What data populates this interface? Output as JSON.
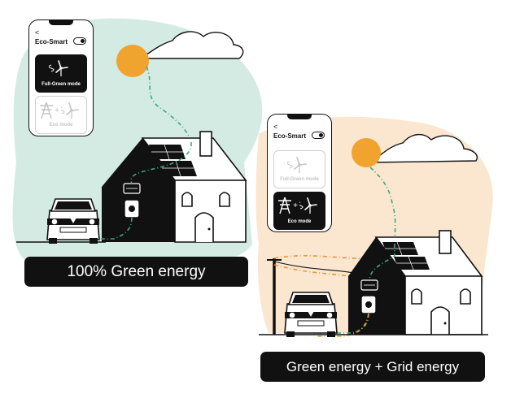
{
  "colors": {
    "mint_blob": "#d4ebe4",
    "peach_blob": "#fbe6cf",
    "sun": "#f0a32e",
    "ink": "#111111",
    "green_path": "#3aa980",
    "orange_path": "#e8962e"
  },
  "left_scene": {
    "phone": {
      "back_glyph": "<",
      "title": "Eco-Smart",
      "toggle_state": "on",
      "mode_full_green": "Full-Green mode",
      "mode_eco": "Eco mode",
      "selected_mode": "Full-Green mode"
    },
    "caption": "100% Green energy"
  },
  "right_scene": {
    "phone": {
      "back_glyph": "<",
      "title": "Eco-Smart",
      "toggle_state": "on",
      "mode_full_green": "Full-Green mode",
      "mode_eco": "Eco mode",
      "selected_mode": "Eco mode"
    },
    "caption": "Green energy + Grid energy"
  },
  "icons": {
    "mode_full_green": "wind-turbine-icon",
    "mode_eco": "pylon-plus-turbine-icon",
    "plus_sign": "+",
    "charger": "wallbox-charger-icon",
    "meter": "meter-icon"
  }
}
